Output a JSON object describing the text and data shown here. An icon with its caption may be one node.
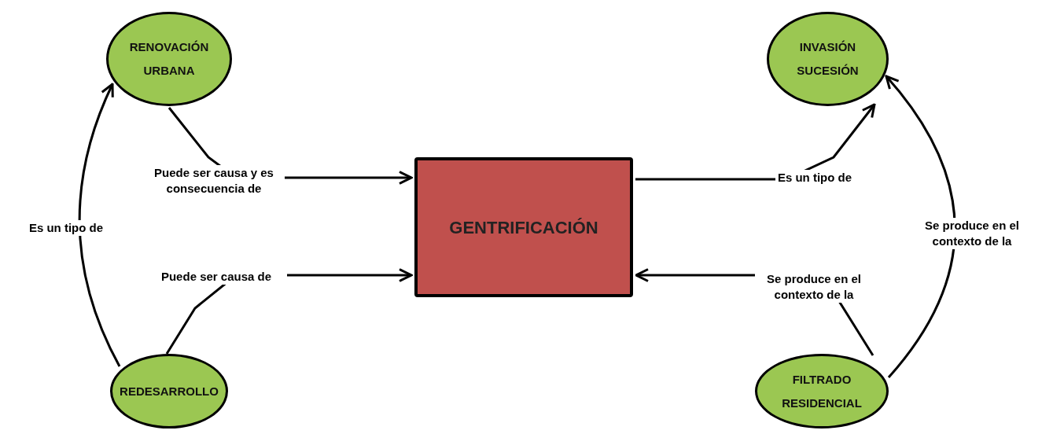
{
  "diagram": {
    "nodes": [
      {
        "text": [
          "RENOVACIÓN URBANA"
        ]
      },
      {
        "text": [
          "INVASIÓN SUCESIÓN"
        ]
      },
      {
        "text": [
          "GENTRIFICACIÓN"
        ]
      },
      {
        "text": [
          "REDESARROLLO"
        ]
      },
      {
        "text": [
          "FILTRADO RESIDENCIAL"
        ]
      }
    ],
    "edges": [
      {
        "from": 0,
        "to": 2,
        "arrow": "to",
        "label": "Puede ser causa y es consecuencia de"
      },
      {
        "from": 3,
        "to": 2,
        "arrow": "to",
        "label": "Puede ser causa de"
      },
      {
        "from": 3,
        "to": 0,
        "arrow": "to",
        "label": "Es un tipo de"
      },
      {
        "from": 2,
        "to": 1,
        "arrow": "to",
        "label": "Es un tipo de"
      },
      {
        "from": 4,
        "to": 2,
        "arrow": "to",
        "label": "Se produce en el contexto de la"
      },
      {
        "from": 4,
        "to": 1,
        "arrow": "to",
        "label": "Se produce en el contexto de la"
      }
    ]
  }
}
